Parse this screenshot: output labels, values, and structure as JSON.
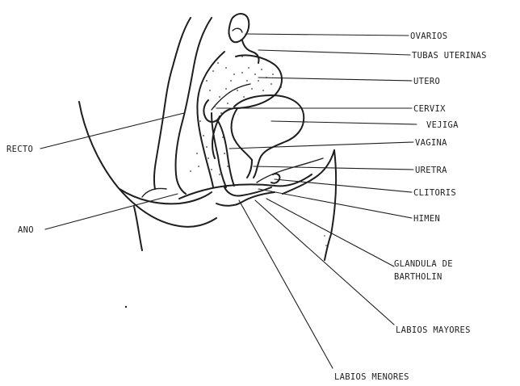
{
  "figure": {
    "labels": {
      "ovarios": "OVARIOS",
      "tubas_uterinas": "TUBAS UTERINAS",
      "utero": "UTERO",
      "cervix": "CERVIX",
      "vejiga": "VEJIGA",
      "vagina": "VAGINA",
      "uretra": "URETRA",
      "clitoris": "CLITORIS",
      "himen": "HIMEN",
      "glandula_line1": "GLANDULA DE",
      "glandula_line2": "BARTHOLIN",
      "labios_mayores": "LABIOS MAYORES",
      "labios_menores": "LABIOS MENORES",
      "recto": "RECTO",
      "ano": "ANO"
    }
  }
}
